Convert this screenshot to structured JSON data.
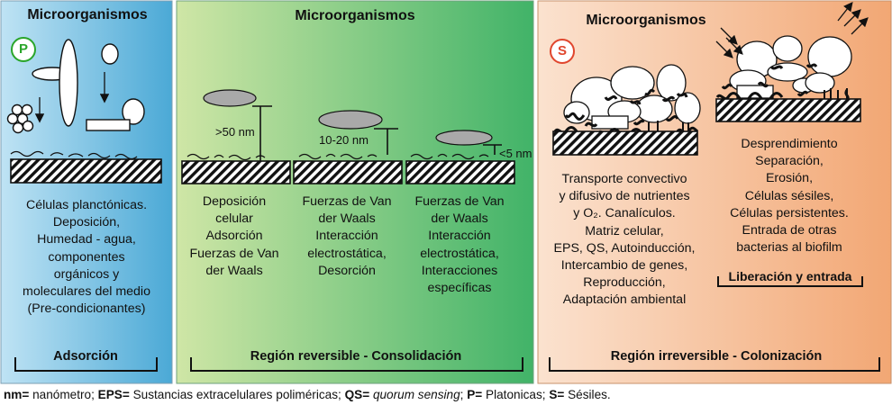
{
  "panels": [
    {
      "title": "Microorganismos",
      "badge": "P",
      "badge_color": "#2aa52a",
      "description": "Células planctónicas.\nDeposición,\nHumedad - agua,\ncomponentes\norgánicos y\nmoleculares del medio\n(Pre-condicionantes)",
      "footer": "Adsorción",
      "gradient": [
        "#bfe3f4",
        "#4ba9d6"
      ]
    },
    {
      "title": "Microorganismos",
      "footer": "Región reversible - Consolidación",
      "gradient": [
        "#cfe6a6",
        "#41b368"
      ],
      "distances": [
        ">50 nm",
        "10-20 nm",
        "<5 nm"
      ],
      "columns": [
        "Deposición\ncelular\nAdsorción\nFuerzas de Van\nder Waals",
        "Fuerzas de Van\nder Waals\nInteracción\nelectrostática,\nDesorción",
        "Fuerzas de Van\nder Waals\nInteracción\nelectrostática,\nInteracciones\nespecíficas"
      ]
    },
    {
      "title": "Microorganismos",
      "badge": "S",
      "badge_color": "#e0462d",
      "gradient": [
        "#fbe2cf",
        "#f2a774"
      ],
      "columns": [
        "Transporte convectivo\ny difusivo de nutrientes\ny O₂. Canalículos.\nMatriz celular,\nEPS, QS, Autoinducción,\nIntercambio de genes,\nReproducción,\nAdaptación ambiental",
        "Desprendimiento\nSeparación,\nErosión,\nCélulas sésiles,\nCélulas persistentes.\nEntrada de otras\nbacterias al biofilm"
      ],
      "sub_footer": "Liberación y entrada",
      "footer": "Región irreversible - Colonización"
    }
  ],
  "legend": {
    "nm_key": "nm=",
    "nm_val": " nanómetro; ",
    "eps_key": "EPS=",
    "eps_val": " Sustancias extracelulares poliméricas; ",
    "qs_key": "QS=",
    "qs_val": "quorum sensing",
    "qs_sep": "; ",
    "p_key": "P=",
    "p_val": " Platonicas; ",
    "s_key": "S=",
    "s_val": " Sésiles."
  }
}
